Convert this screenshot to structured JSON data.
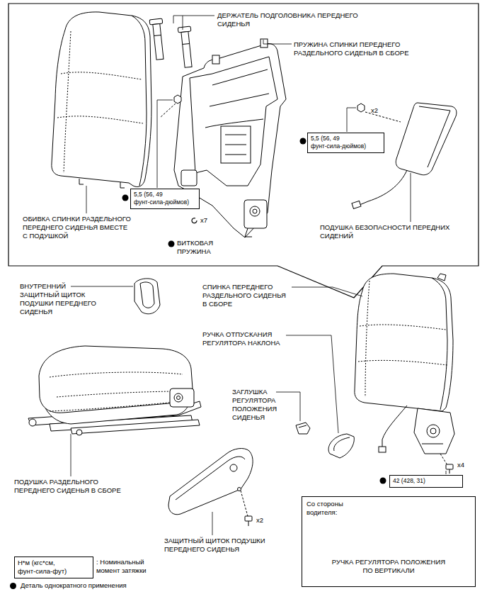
{
  "diagram": {
    "nodes": [
      {
        "text": [
          "5,5 (56, 49 фунт-сила-дюймов)"
        ]
      },
      {
        "text": [
          "5,5 (56, 49 фунт-сила-дюймов)"
        ]
      },
      {
        "text": [
          "42 (428, 31)"
        ]
      },
      {
        "text": [
          "Со стороны водителя:",
          "РУЧКА РЕГУЛЯТОРА ПОЛОЖЕНИЯ ПО ВЕРТИКАЛИ"
        ]
      },
      {
        "text": [
          "Н*м (кгс*см, фунт-сила-фут)"
        ]
      }
    ],
    "labels": [
      "ДЕРЖАТЕЛЬ ПОДГОЛОВНИКА ПЕРЕДНЕГО СИДЕНЬЯ",
      "ПРУЖИНА СПИНКИ ПЕРЕДНЕГО РАЗДЕЛЬНОГО СИДЕНЬЯ В СБОРЕ",
      "x2",
      "ОБИВКА СПИНКИ РАЗДЕЛЬНОГО ПЕРЕДНЕГО СИДЕНЬЯ ВМЕСТЕ С ПОДУШКОЙ",
      "x7",
      "ВИТКОВАЯ ПРУЖИНА",
      "ПОДУШКА БЕЗОПАСНОСТИ ПЕРЕДНИХ СИДЕНИЙ",
      "ВНУТРЕННИЙ ЗАЩИТНЫЙ ЩИТОК ПОДУШКИ ПЕРЕДНЕГО СИДЕНЬЯ",
      "СПИНКА ПЕРЕДНЕГО РАЗДЕЛЬНОГО СИДЕНЬЯ В СБОРЕ",
      "РУЧКА ОТПУСКАНИЯ РЕГУЛЯТОРА НАКЛОНА",
      "ЗАГЛУШКА РЕГУЛЯТОРА ПОЛОЖЕНИЯ СИДЕНЬЯ",
      "ПОДУШКА РАЗДЕЛЬНОГО ПЕРЕДНЕГО СИДЕНЬЯ В СБОРЕ",
      "x4",
      "ЗАЩИТНЫЙ ЩИТОК ПОДУШКИ ПЕРЕДНЕГО СИДЕНЬЯ",
      "x2"
    ],
    "legend": [
      {
        "text": ": Номинальный момент затяжки"
      },
      {
        "text": "Деталь однократного применения"
      }
    ]
  }
}
